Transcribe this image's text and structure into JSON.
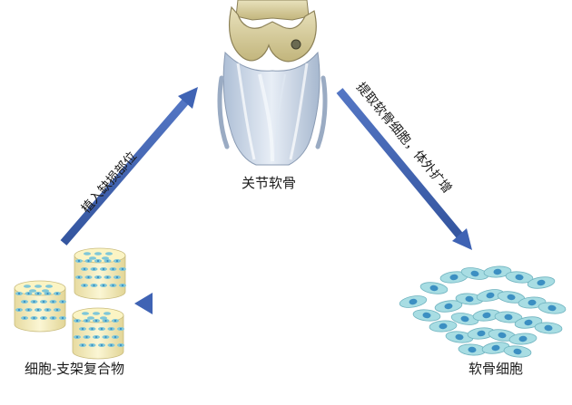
{
  "nodes": {
    "cartilage": {
      "label": "关节软骨"
    },
    "chondrocytes": {
      "label": "软骨细胞"
    },
    "composite": {
      "label": "细胞-支架复合物"
    }
  },
  "edges": {
    "extract": {
      "label": "提取软骨细胞，体外扩增"
    },
    "implant": {
      "label": "植入缺损部位"
    }
  },
  "colors": {
    "arrow": "#3f63b4",
    "arrow_edge": "#2b4a8f",
    "cell_fill": "#a8dde3",
    "cell_nucleus": "#3c8fc2",
    "scaffold_top": "#fbf4c4",
    "scaffold_side": "#ede2a4",
    "bone": "#d8cfa0",
    "tissue": "#c9d6e4"
  }
}
